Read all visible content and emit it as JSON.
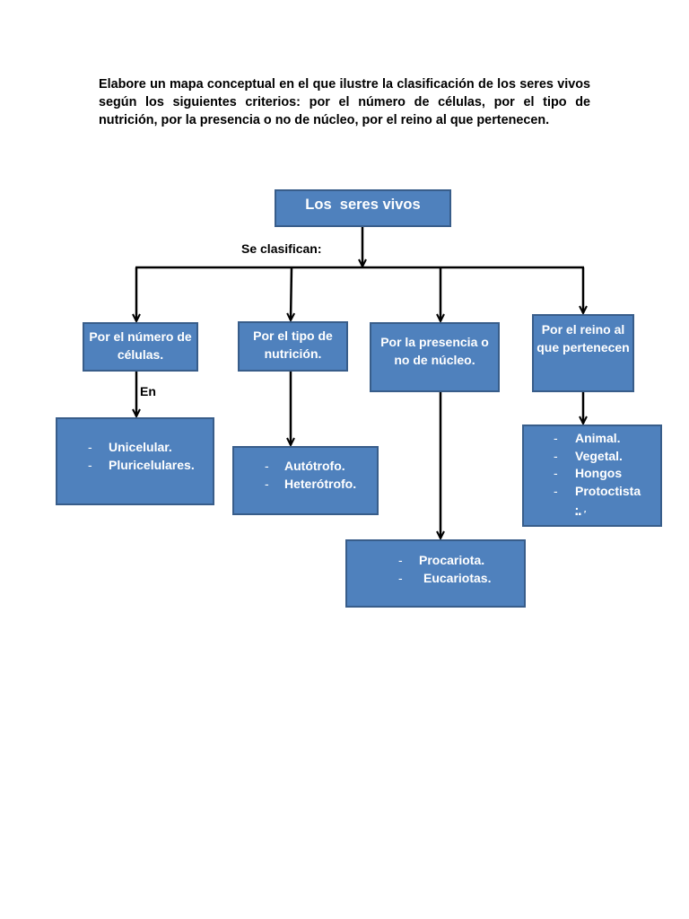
{
  "instructions": "Elabore un mapa conceptual en el que ilustre la clasificación de los seres vivos según los siguientes criterios: por el número de células, por el tipo de nutrición, por la presencia o no de núcleo, por el reino al que pertenecen.",
  "root": {
    "label": "Los  seres vivos"
  },
  "connector_labels": {
    "top": "Se clasifican:",
    "cells": "En"
  },
  "list_marker": "-",
  "categories": [
    {
      "label": "Por el número de células.",
      "items": [
        "Unicelular.",
        "Pluricelulares."
      ]
    },
    {
      "label": "Por el tipo de nutrición.",
      "items": [
        "Autótrofo.",
        "Heterótrofo."
      ]
    },
    {
      "label": "Por la presencia o no de núcleo.",
      "items": [
        "Procariota.",
        "Eucariotas."
      ]
    },
    {
      "label": "Por el reino al que pertenecen",
      "items": [
        "Animal.",
        "Vegetal.",
        "Hongos",
        "Protoctista"
      ],
      "items_tail": "."
    }
  ],
  "colors": {
    "box_fill": "#4f81bd",
    "box_border": "#385d8a",
    "box_text": "#ffffff",
    "arrow": "#000000"
  }
}
